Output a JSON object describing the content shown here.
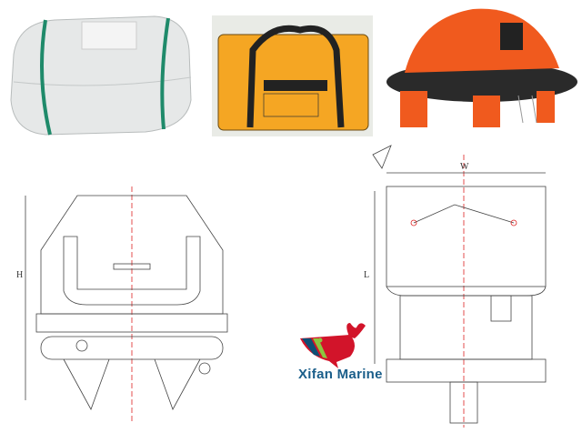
{
  "photos": [
    {
      "subject": "liferaft-container"
    },
    {
      "subject": "liferaft-valise-bag"
    },
    {
      "subject": "inflated-liferaft"
    }
  ],
  "drawings": {
    "left_dimension_label": "H",
    "right_width_label": "W",
    "right_length_label": "L"
  },
  "logo": {
    "text": "Xifan Marine",
    "text_color": "#1a5e8a",
    "whale_color": "#d2142a"
  },
  "colors": {
    "bag_orange": "#f5a623",
    "raft_orange": "#f05a1e",
    "container_white": "#e8eaea",
    "strap_green": "#1f8a6a",
    "centerline_red": "#d22"
  }
}
